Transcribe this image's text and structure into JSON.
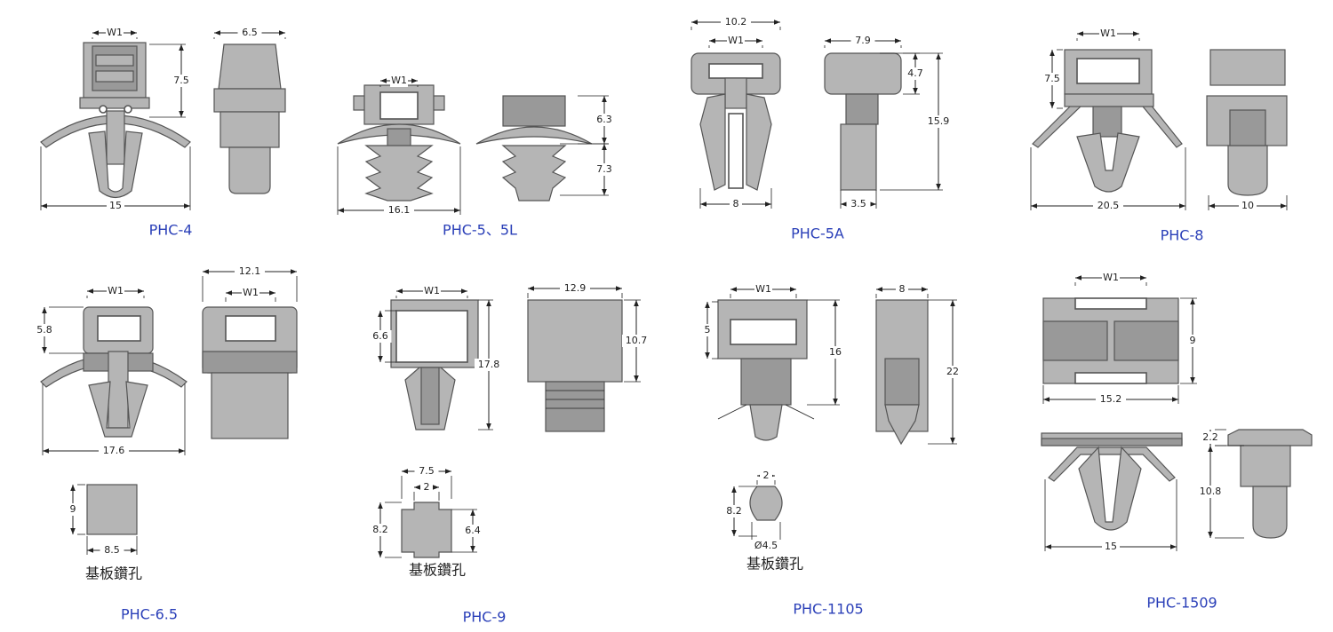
{
  "models": {
    "phc4": "PHC-4",
    "phc5": "PHC-5、5L",
    "phc5a": "PHC-5A",
    "phc8": "PHC-8",
    "phc65": "PHC-6.5",
    "phc9": "PHC-9",
    "phc1105": "PHC-1105",
    "phc1509": "PHC-1509"
  },
  "board_hole_label": "基板鑽孔",
  "dims": {
    "phc4": {
      "w1": "W1",
      "head_h": "7.5",
      "side_w": "6.5",
      "span": "15"
    },
    "phc5": {
      "w1": "W1",
      "head_h": "6.3",
      "foot_h": "7.3",
      "span": "16.1"
    },
    "phc5a": {
      "head_w": "10.2",
      "w1": "W1",
      "side_w": "7.9",
      "head_h": "4.7",
      "total_h": "15.9",
      "foot_w": "8",
      "stem_w": "3.5"
    },
    "phc8": {
      "w1": "W1",
      "head_h": "7.5",
      "span": "20.5",
      "side_w": "10"
    },
    "phc65": {
      "w1": "W1",
      "head_h": "5.8",
      "side_w": "12.1",
      "side_w1": "W1",
      "span": "17.6",
      "hole_h": "9",
      "hole_w": "8.5"
    },
    "phc9": {
      "w1": "W1",
      "inner_h": "6.6",
      "total_h": "17.8",
      "side_w": "12.9",
      "side_h": "10.7",
      "hole_w": "7.5",
      "hole_notch": "2",
      "hole_h": "8.2",
      "hole_inner_h": "6.4"
    },
    "phc1105": {
      "w1": "W1",
      "slot_h": "5",
      "total_h": "16",
      "side_w": "8",
      "side_h": "22",
      "hole_notch": "2",
      "hole_h": "8.2",
      "hole_d": "Ø4.5"
    },
    "phc1509": {
      "w1": "W1",
      "head_h": "9",
      "head_w": "15.2",
      "cap_h": "2.2",
      "total_h": "10.8",
      "span": "15"
    }
  }
}
